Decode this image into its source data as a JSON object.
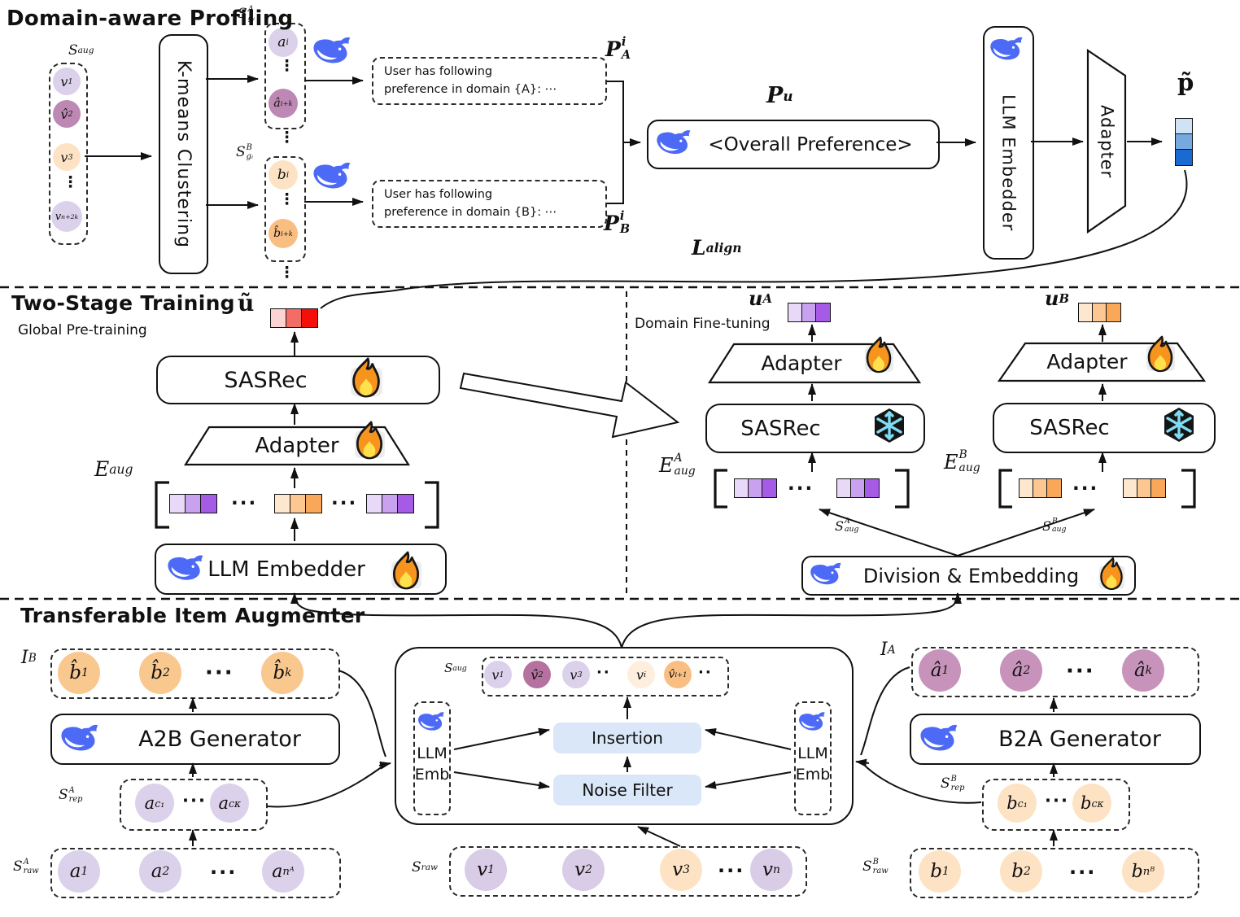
{
  "colors": {
    "whale_blue": "#4c6af5",
    "flame_orange": "#f7941d",
    "flame_yellow": "#ffe14d",
    "snowflake_cyan": "#7fdcf4",
    "panel_blue": "#d9e7f8",
    "circle_light_purple": "#dcd1eb",
    "circle_mauve": "#bd88b3",
    "circle_peach": "#fde3c4",
    "circle_orange": "#f9be82",
    "circle_pink_mauve": "#c793bb",
    "cells_purple": [
      "#e9d9f8",
      "#c9a2ef",
      "#a55be5"
    ],
    "cells_orange": [
      "#fde8cf",
      "#fcc790",
      "#f9a85a"
    ],
    "cells_red": [
      "#fad3d3",
      "#f36c65",
      "#f50f0a"
    ],
    "cells_blue": [
      "#cfe2f6",
      "#74aade",
      "#1a6ad4"
    ]
  },
  "profiling": {
    "title": "Domain-aware Profiling",
    "s_aug_label": {
      "base": "S",
      "sub": "aug"
    },
    "sequence": [
      {
        "b": "v",
        "s": "1"
      },
      {
        "b": "v̂",
        "s": "2"
      },
      {
        "b": "v",
        "s": "3"
      },
      {
        "b": "v",
        "s": "n+2k"
      }
    ],
    "vdots": "⋮",
    "kmeans_label": "K-means Clustering",
    "cluster_a": {
      "label": {
        "base": "S",
        "sup": "A",
        "sub": "gᵢ"
      },
      "items": [
        {
          "b": "a",
          "s": "i"
        },
        {
          "b": "â",
          "s": "i+k"
        }
      ]
    },
    "cluster_b": {
      "label": {
        "base": "S",
        "sup": "B",
        "sub": "gᵢ"
      },
      "items": [
        {
          "b": "b",
          "s": "i"
        },
        {
          "b": "b̂",
          "s": "i+k"
        }
      ]
    },
    "prompt_a": {
      "line1": "User has following",
      "line2": "preference in domain {A}: ⋯"
    },
    "prompt_b": {
      "line1": "User has following",
      "line2": "preference in domain {B}: ⋯"
    },
    "p_a": {
      "base": "P",
      "sup": "i",
      "sub": "A"
    },
    "p_b": {
      "base": "P",
      "sup": "i",
      "sub": "B"
    },
    "p_u": {
      "base": "P",
      "sub": "u"
    },
    "overall_preference": "<Overall Preference>",
    "llm_embedder": "LLM Embedder",
    "adapter": "Adapter",
    "p_tilde": "p̃",
    "l_align": {
      "base": "L",
      "sub": "align"
    }
  },
  "training": {
    "title": "Two-Stage Training",
    "stage1_label": "Global Pre-training",
    "stage2_label": "Domain Fine-tuning",
    "u_tilde": "ũ",
    "sasrec": "SASRec",
    "adapter": "Adapter",
    "llm_embedder": "LLM Embedder",
    "e_aug": {
      "base": "E",
      "sub": "aug"
    },
    "u_a": {
      "base": "u",
      "sup": "A"
    },
    "u_b": {
      "base": "u",
      "sup": "B"
    },
    "e_aug_a": {
      "base": "E",
      "sup": "A",
      "sub": "aug"
    },
    "e_aug_b": {
      "base": "E",
      "sup": "B",
      "sub": "aug"
    },
    "s_aug_a": {
      "base": "S",
      "sup": "A",
      "sub": "aug"
    },
    "s_aug_b": {
      "base": "S",
      "sup": "B",
      "sub": "aug"
    },
    "division": "Division & Embedding",
    "dots": "···"
  },
  "augmenter": {
    "title": "Transferable Item Augmenter",
    "dots": "···",
    "strip_dots": "··",
    "i_b": {
      "label": {
        "base": "I",
        "sup": "B"
      },
      "items": [
        {
          "b": "b̂",
          "s": "1"
        },
        {
          "b": "b̂",
          "s": "2"
        },
        {
          "b": "b̂",
          "s": "k"
        }
      ]
    },
    "i_a": {
      "label": {
        "base": "I",
        "sup": "A"
      },
      "items": [
        {
          "b": "â",
          "s": "1"
        },
        {
          "b": "â",
          "s": "2"
        },
        {
          "b": "â",
          "s": "k"
        }
      ]
    },
    "a2b": "A2B Generator",
    "b2a": "B2A Generator",
    "s_rep_a": {
      "label": {
        "base": "S",
        "sup": "A",
        "sub": "rep"
      },
      "items": [
        {
          "b": "a",
          "s": "c₁"
        },
        {
          "b": "a",
          "s": "cᴋ"
        }
      ]
    },
    "s_rep_b": {
      "label": {
        "base": "S",
        "sup": "B",
        "sub": "rep"
      },
      "items": [
        {
          "b": "b",
          "s": "c₁"
        },
        {
          "b": "b",
          "s": "cᴋ"
        }
      ]
    },
    "s_raw_a": {
      "label": {
        "base": "S",
        "sup": "A",
        "sub": "raw"
      },
      "items": [
        {
          "b": "a",
          "s": "1"
        },
        {
          "b": "a",
          "s": "2"
        },
        {
          "b": "a",
          "s": "nᴬ"
        }
      ]
    },
    "s_raw_mid": {
      "label": {
        "base": "S",
        "sub": "raw"
      },
      "items": [
        {
          "b": "v",
          "s": "1"
        },
        {
          "b": "v",
          "s": "2"
        },
        {
          "b": "v",
          "s": "3"
        },
        {
          "b": "v",
          "s": "n"
        }
      ]
    },
    "s_raw_b": {
      "label": {
        "base": "S",
        "sup": "B",
        "sub": "raw"
      },
      "items": [
        {
          "b": "b",
          "s": "1"
        },
        {
          "b": "b",
          "s": "2"
        },
        {
          "b": "b",
          "s": "nᴮ"
        }
      ]
    },
    "s_aug_strip": {
      "label": {
        "base": "S",
        "sub": "aug"
      },
      "items": [
        {
          "b": "v",
          "s": "1"
        },
        {
          "b": "v̂",
          "s": "2"
        },
        {
          "b": "v",
          "s": "3"
        },
        {
          "b": "v",
          "s": "i"
        },
        {
          "b": "v̂",
          "s": "i+1"
        }
      ]
    },
    "llm_emb": {
      "line1": "LLM",
      "line2": "Emb"
    },
    "insertion": "Insertion",
    "noise_filter": "Noise Filter"
  }
}
